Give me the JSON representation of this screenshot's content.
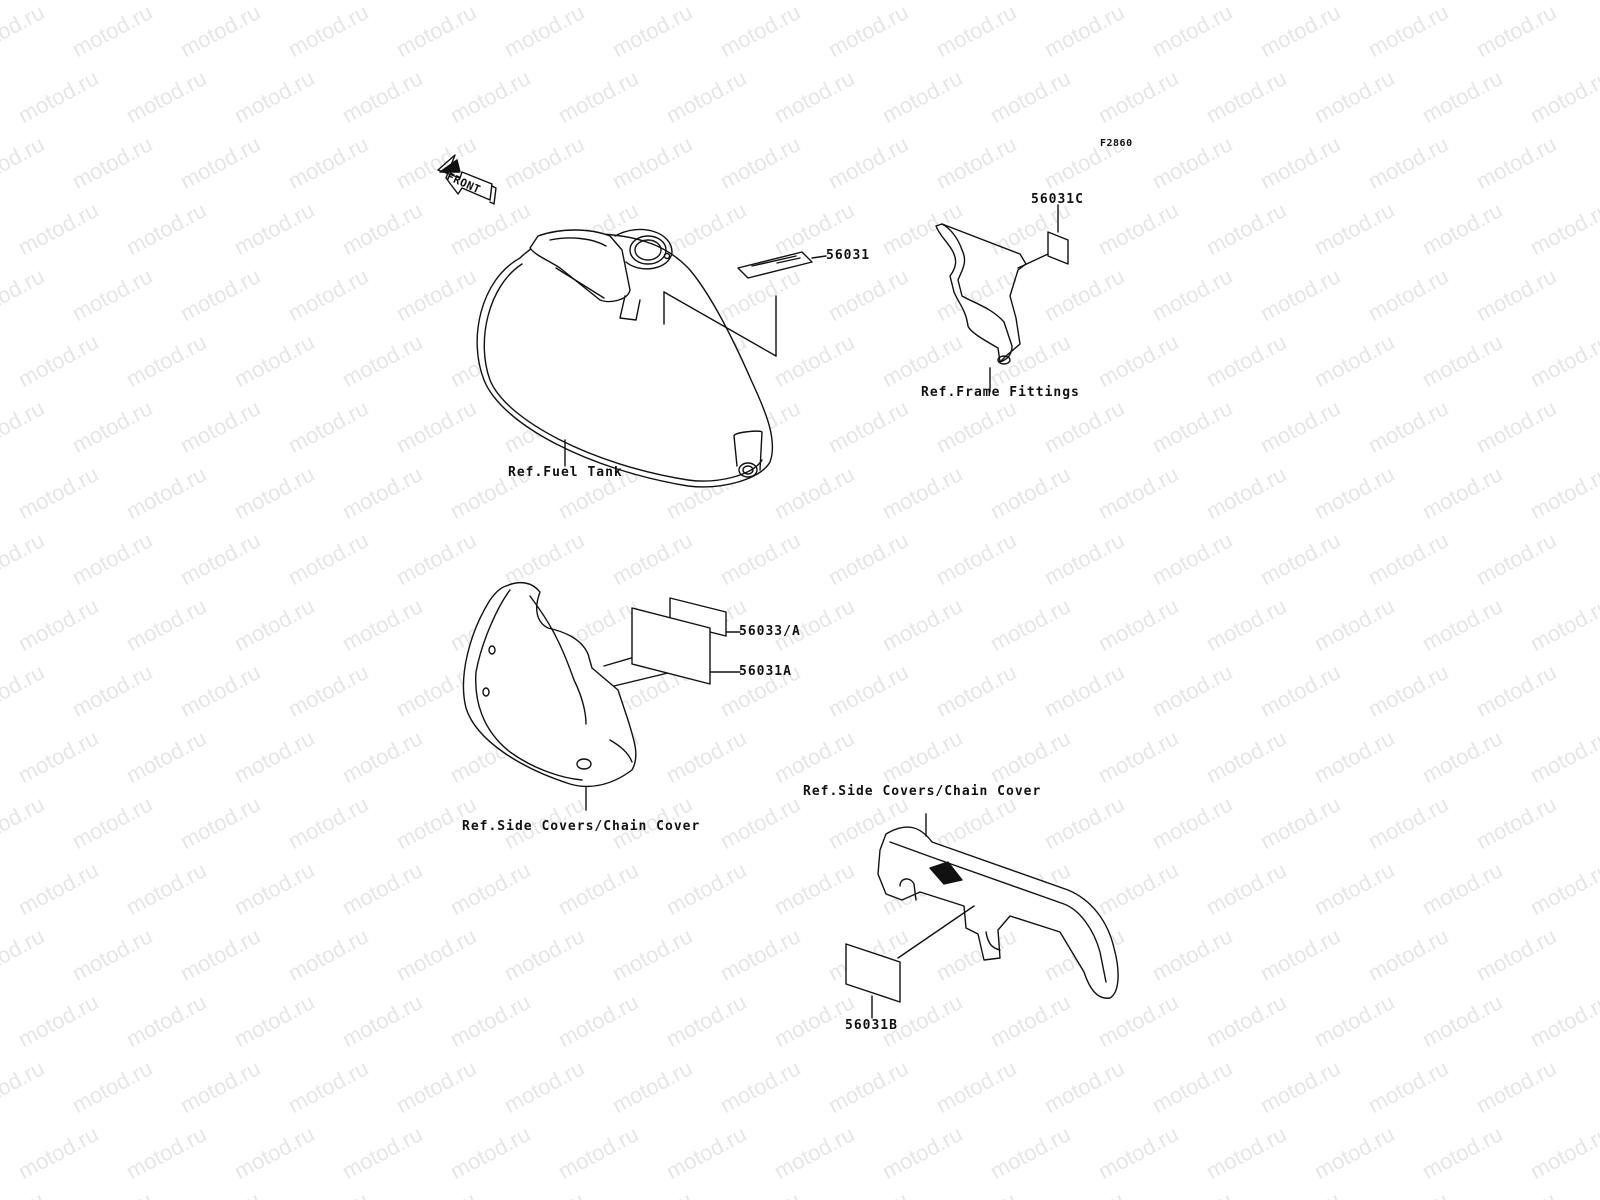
{
  "diagram": {
    "figure_code": "F2860",
    "front_arrow_text": "FRONT",
    "watermark_text": "motod.ru",
    "part_numbers": {
      "tank_label": "56031",
      "frame_label": "56031C",
      "side_label_a": "56033/A",
      "side_label_b": "56031A",
      "chain_label": "56031B"
    },
    "references": {
      "fuel_tank": "Ref.Fuel Tank",
      "frame_fittings": "Ref.Frame Fittings",
      "side_covers_left": "Ref.Side Covers/Chain Cover",
      "side_covers_right": "Ref.Side Covers/Chain Cover"
    }
  }
}
